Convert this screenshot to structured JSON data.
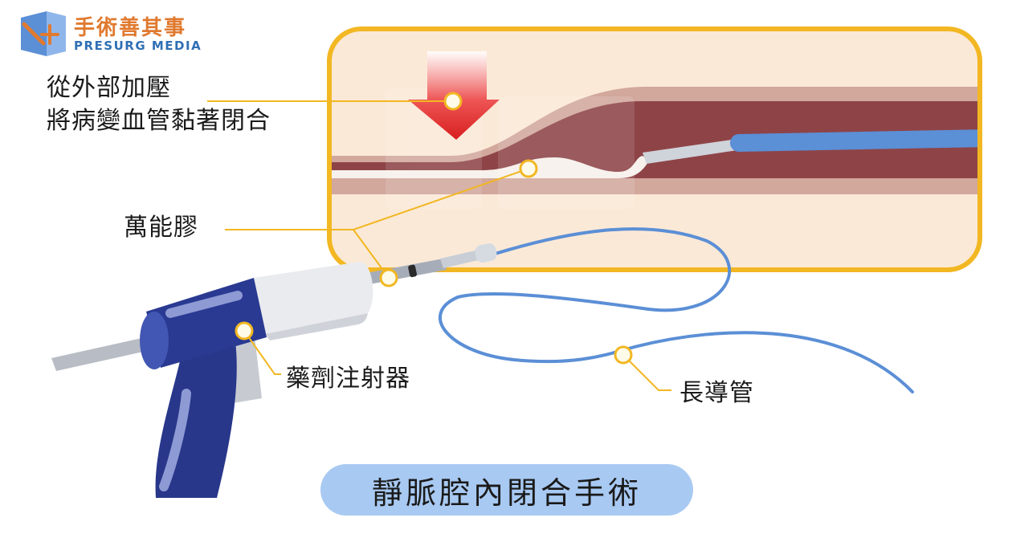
{
  "logo": {
    "name_cn": "手術善其事",
    "name_en": "PRESURG MEDIA"
  },
  "labels": {
    "pressure_line1": "從外部加壓",
    "pressure_line2": "將病變血管黏著閉合",
    "glue": "萬能膠",
    "injector": "藥劑注射器",
    "catheter": "長導管"
  },
  "title": "靜脈腔內閉合手術",
  "colors": {
    "frame_border": "#f2b722",
    "frame_fill": "#fbe9d7",
    "vessel_wall": "#d2a89c",
    "vessel_lumen": "#8e4447",
    "catheter_blue": "#5b8fd6",
    "arrow_red": "#e02a2a",
    "glue_white": "#f6f1ec",
    "injector_navy": "#28378a",
    "leader_line": "#f2b722",
    "title_pill": "#a8c9f2",
    "logo_orange": "#e07a2f",
    "logo_blue": "#2f6fb5"
  }
}
